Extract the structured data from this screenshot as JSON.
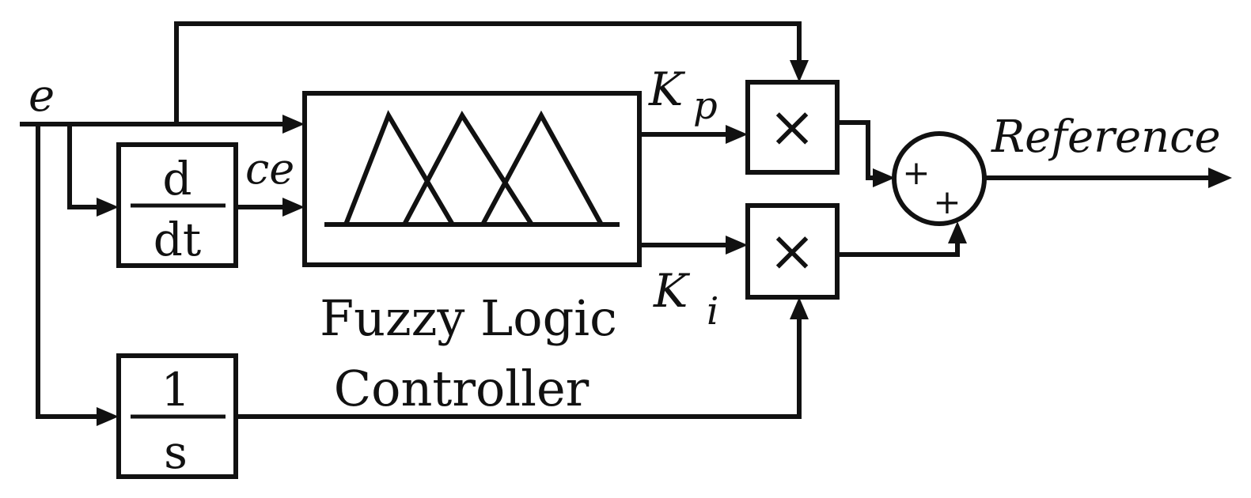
{
  "signals": {
    "input": "e",
    "change_error": "ce",
    "output": "Reference"
  },
  "gains": {
    "kp_base": "K",
    "kp_sub": "p",
    "ki_base": "K",
    "ki_sub": "i"
  },
  "blocks": {
    "derivative": {
      "numerator": "d",
      "denominator": "dt"
    },
    "integrator": {
      "numerator": "1",
      "denominator": "s"
    },
    "multiplier_symbol": "×",
    "summer_signs": [
      "+",
      "+"
    ],
    "controller_line1": "Fuzzy Logic",
    "controller_line2": "Controller"
  }
}
